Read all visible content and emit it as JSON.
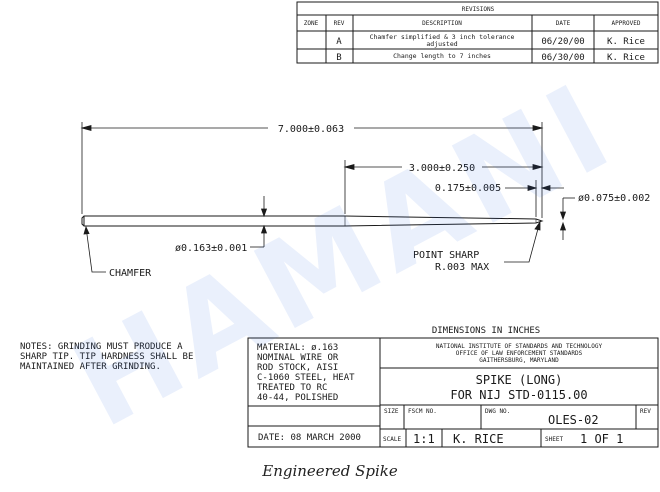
{
  "revisions": {
    "title": "REVISIONS",
    "headers": [
      "ZONE",
      "REV",
      "DESCRIPTION",
      "DATE",
      "APPROVED"
    ],
    "rows": [
      {
        "zone": "",
        "rev": "A",
        "desc1": "Chamfer simplified & 3 inch tolerance",
        "desc2": "adjusted",
        "date": "06/20/00",
        "approved": "K. Rice"
      },
      {
        "zone": "",
        "rev": "B",
        "desc1": "Change length to 7 inches",
        "desc2": "",
        "date": "06/30/00",
        "approved": "K. Rice"
      }
    ]
  },
  "dimensions": {
    "overall_length": "7.000±0.063",
    "taper_length": "3.000±0.250",
    "point_length": "0.175±0.005",
    "tip_diameter": "ø0.075±0.002",
    "shaft_diameter": "ø0.163±0.001",
    "chamfer": "CHAMFER",
    "point_line1": "POINT SHARP",
    "point_line2": "R.003 MAX",
    "units": "DIMENSIONS IN INCHES"
  },
  "notes": {
    "line1": "NOTES: GRINDING MUST PRODUCE A",
    "line2": "SHARP TIP.  TIP HARDNESS SHALL BE",
    "line3": "MAINTAINED AFTER GRINDING."
  },
  "material": {
    "line1": "MATERIAL: ø.163",
    "line2": "NOMINAL WIRE OR",
    "line3": "ROD STOCK, AISI",
    "line4": "C-1060 STEEL, HEAT",
    "line5": "TREATED TO RC",
    "line6": "40-44, POLISHED"
  },
  "title_block": {
    "org1": "NATIONAL INSTITUTE OF STANDARDS AND TECHNOLOGY",
    "org2": "OFFICE OF LAW ENFORCEMENT STANDARDS",
    "org3": "GAITHERSBURG, MARYLAND",
    "title1": "SPIKE (LONG)",
    "title2": "FOR NIJ STD-0115.00",
    "size_label": "SIZE",
    "fscm_label": "FSCM NO.",
    "dwg_label": "DWG NO.",
    "dwg_no": "OLES-02",
    "rev_label": "REV",
    "date": "DATE: 08 MARCH 2000",
    "scale_label": "SCALE",
    "scale": "1:1",
    "drawn_by": "K. RICE",
    "sheet_label": "SHEET",
    "sheet": "1 OF 1"
  },
  "watermark": "HAMANI",
  "caption": "Engineered Spike"
}
